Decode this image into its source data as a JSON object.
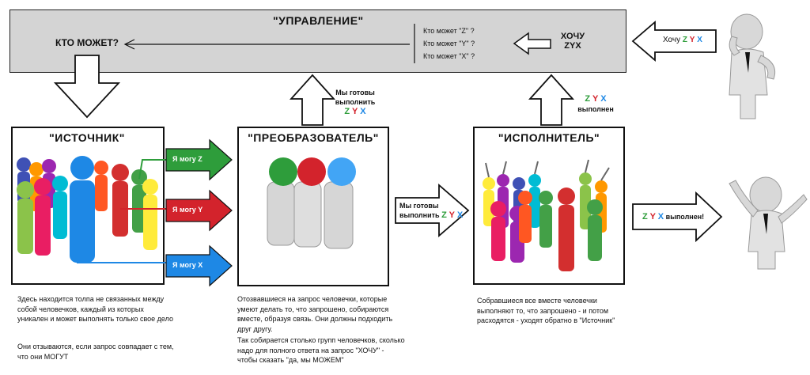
{
  "management": {
    "title": "\"УПРАВЛЕНИЕ\"",
    "who_can": "КТО МОЖЕТ?",
    "queries": [
      "Кто может \"Z\" ?",
      "Кто может \"Y\" ?",
      "Кто может \"X\" ?"
    ],
    "want_line1": "ХОЧУ",
    "want_line2": "ZYX"
  },
  "client": {
    "want_label": "Хочу",
    "done_label": "выполнен!"
  },
  "zyx": {
    "z": "Z",
    "y": "Y",
    "x": "X"
  },
  "source": {
    "title": "\"ИСТОЧНИК\"",
    "desc1": "Здесь находится толпа не связанных между собой человечков, каждый из которых уникален и может выполнять только свое дело",
    "desc2": "Они отзываются, если запрос совпадает с тем, что они МОГУТ"
  },
  "ican": {
    "z": "Я могу Z",
    "y": "Я могу Y",
    "x": "Я могу X"
  },
  "converter": {
    "title": "\"ПРЕОБРАЗОВАТЕЛЬ\"",
    "ready_line1": "Мы готовы",
    "ready_line2": "выполнить",
    "desc1": "Отозвавшиеся на запрос человечки, которые умеют делать то, что запрошено, собираются вместе, образуя связь. Они должны подходить друг другу.",
    "desc2": "Так собирается столько групп человечков, сколько надо для полного ответа на запрос \"ХОЧУ\" - чтобы сказать \"да, мы МОЖЕМ\""
  },
  "arrow_ready": {
    "line1": "Мы готовы",
    "line2": "выполнить"
  },
  "executor": {
    "title": "\"ИСПОЛНИТЕЛЬ\"",
    "done_label": "выполнен",
    "desc": "Собравшиеся все вместе человечки выполняют то, что запрошено - и потом расходятся - уходят обратно в \"Источник\""
  },
  "colors": {
    "z": "#2e9d3b",
    "y": "#d3232c",
    "x": "#1e88e5"
  }
}
